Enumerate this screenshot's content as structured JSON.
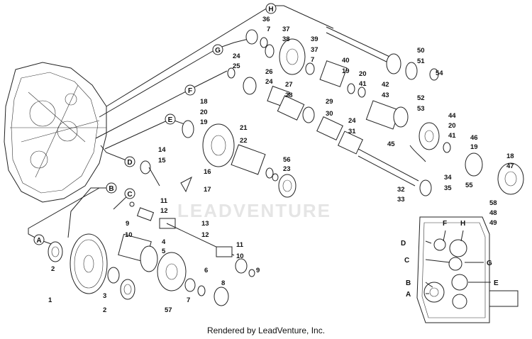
{
  "watermark": "LEADVENTURE",
  "footer": "Rendered by LeadVenture, Inc.",
  "section_letters": [
    "A",
    "B",
    "C",
    "D",
    "E",
    "F",
    "G",
    "H"
  ],
  "part_numbers": [
    "1",
    "2",
    "3",
    "4",
    "5",
    "6",
    "7",
    "8",
    "9",
    "10",
    "11",
    "12",
    "13",
    "14",
    "15",
    "16",
    "17",
    "18",
    "19",
    "20",
    "21",
    "22",
    "23",
    "24",
    "25",
    "26",
    "27",
    "28",
    "29",
    "30",
    "31",
    "32",
    "33",
    "34",
    "35",
    "36",
    "37",
    "38",
    "39",
    "40",
    "41",
    "42",
    "43",
    "44",
    "45",
    "46",
    "47",
    "48",
    "49",
    "50",
    "51",
    "52",
    "53",
    "54",
    "55",
    "56",
    "57",
    "58"
  ],
  "inset_letters": [
    "A",
    "B",
    "C",
    "D",
    "E",
    "F",
    "G",
    "H"
  ]
}
